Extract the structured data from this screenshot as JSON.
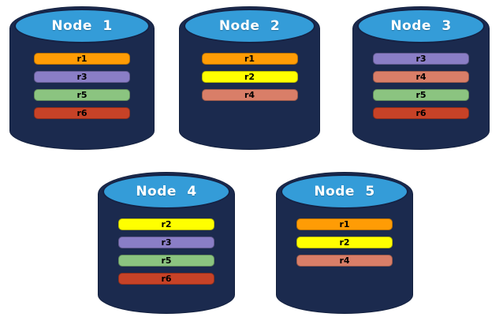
{
  "colors": {
    "cylinder_body": "#1b2a4e",
    "cylinder_top": "#349cd8",
    "cylinder_outline": "#152244",
    "node_label_text": "#ffffff",
    "bar_text": "#000000",
    "replicas": {
      "r1": "#ff9c05",
      "r2": "#ffff00",
      "r3": "#8a7ec6",
      "r4": "#d97e68",
      "r5": "#8bc480",
      "r6": "#c74227"
    }
  },
  "nodes": [
    {
      "label": "Node 1",
      "replicas": [
        "r1",
        "r3",
        "r5",
        "r6"
      ]
    },
    {
      "label": "Node 2",
      "replicas": [
        "r1",
        "r2",
        "r4"
      ]
    },
    {
      "label": "Node 3",
      "replicas": [
        "r3",
        "r4",
        "r5",
        "r6"
      ]
    },
    {
      "label": "Node 4",
      "replicas": [
        "r2",
        "r3",
        "r5",
        "r6"
      ]
    },
    {
      "label": "Node 5",
      "replicas": [
        "r1",
        "r2",
        "r4"
      ]
    }
  ]
}
